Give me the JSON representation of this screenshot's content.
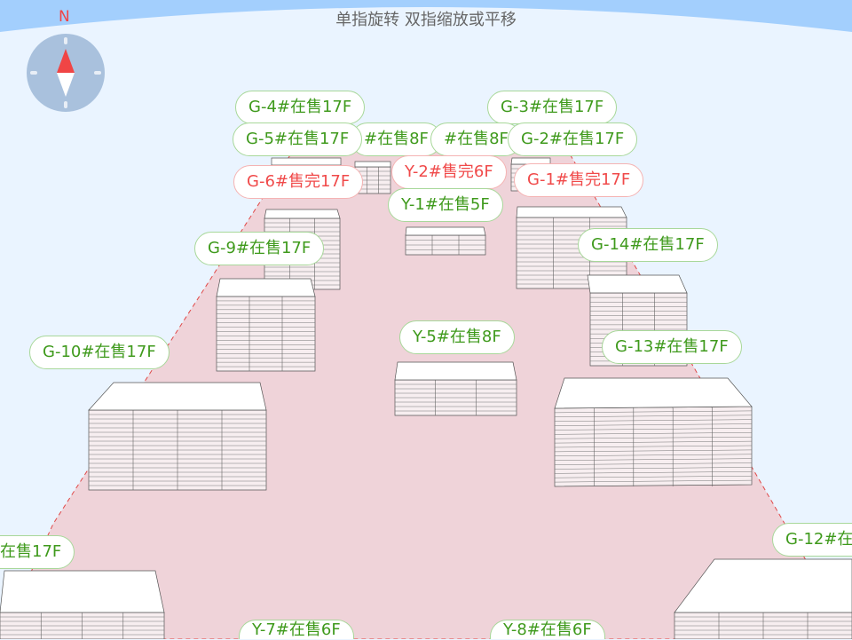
{
  "hint": "单指旋转 双指缩放或平移",
  "compass": {
    "north_label": "N",
    "icon": "compass-icon"
  },
  "colors": {
    "on_sale": "#3f9a1c",
    "sold_out": "#f04a4a",
    "ground": "#efd3d9",
    "sky": "#a3cffd"
  },
  "labels": [
    {
      "text": "G-4#在售17F",
      "status": "on"
    },
    {
      "text": "G-3#在售17F",
      "status": "on"
    },
    {
      "text": "#在售8F",
      "status": "on"
    },
    {
      "text": "#在售8F",
      "status": "on"
    },
    {
      "text": "G-5#在售17F",
      "status": "on"
    },
    {
      "text": "G-2#在售17F",
      "status": "on"
    },
    {
      "text": "G-6#售完17F",
      "status": "off"
    },
    {
      "text": "Y-2#售完6F",
      "status": "off"
    },
    {
      "text": "G-1#售完17F",
      "status": "off"
    },
    {
      "text": "Y-1#在售5F",
      "status": "on"
    },
    {
      "text": "G-9#在售17F",
      "status": "on"
    },
    {
      "text": "G-14#在售17F",
      "status": "on"
    },
    {
      "text": "G-10#在售17F",
      "status": "on"
    },
    {
      "text": "Y-5#在售8F",
      "status": "on"
    },
    {
      "text": "G-13#在售17F",
      "status": "on"
    },
    {
      "text": "在售17F",
      "status": "on"
    },
    {
      "text": "G-12#在",
      "status": "on"
    },
    {
      "text": "Y-7#在售6F",
      "status": "on"
    },
    {
      "text": "Y-8#在售6F",
      "status": "on"
    }
  ]
}
